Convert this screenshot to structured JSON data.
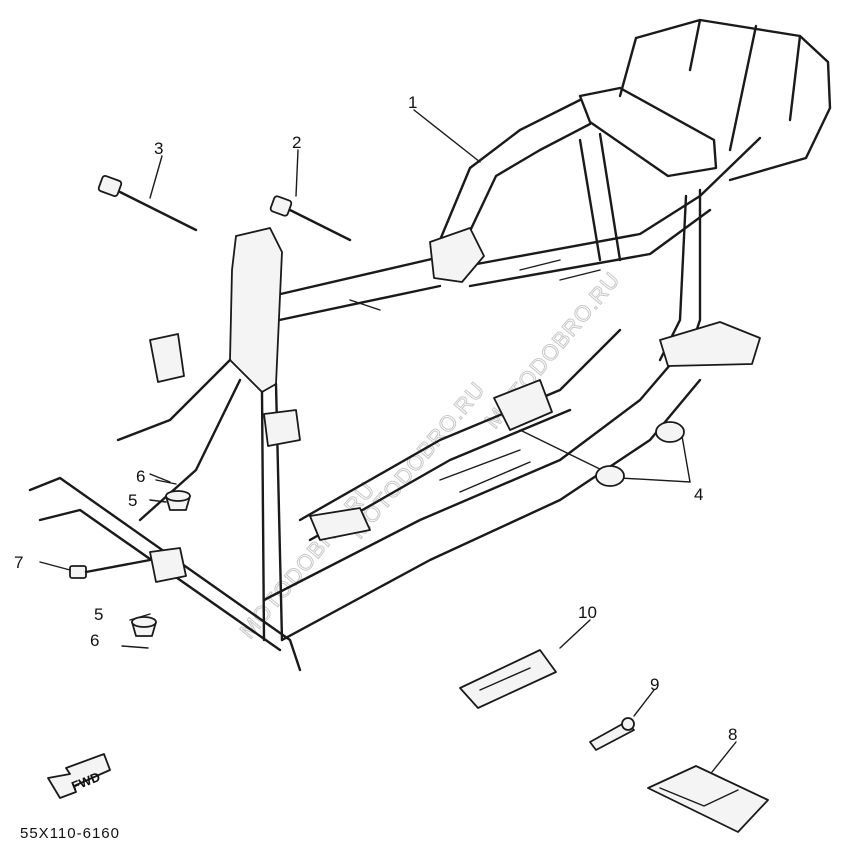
{
  "labels": {
    "l1": "1",
    "l2": "2",
    "l3": "3",
    "l4": "4",
    "l5a": "5",
    "l5b": "5",
    "l6a": "6",
    "l6b": "6",
    "l7": "7",
    "l8": "8",
    "l9": "9",
    "l10": "10"
  },
  "fwd_label": "FWD",
  "part_code": "55X110-6160",
  "watermark": [
    "MOTODOBRO.RU",
    "MOTODOBRO.RU",
    "MOTODOBRO.RU"
  ],
  "colors": {
    "ink": "#1a1a1a",
    "background": "#ffffff",
    "watermark": "#c8c8c8"
  }
}
